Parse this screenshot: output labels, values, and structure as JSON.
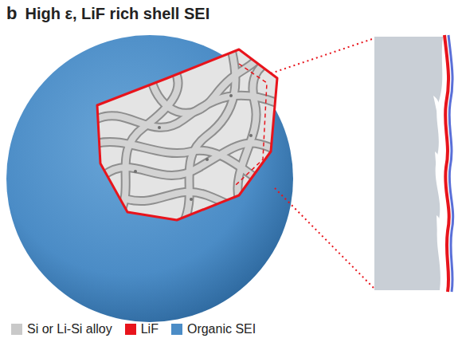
{
  "diagram": {
    "title": "High ε, LiF rich shell SEI",
    "labels": [
      "b"
    ],
    "legend": [
      {
        "text": "Si or Li-Si alloy",
        "color": "#c9c9c9"
      },
      {
        "text": "LiF",
        "color": "#e8141c"
      },
      {
        "text": "Organic SEI",
        "color": "#4b8cc6"
      }
    ]
  }
}
